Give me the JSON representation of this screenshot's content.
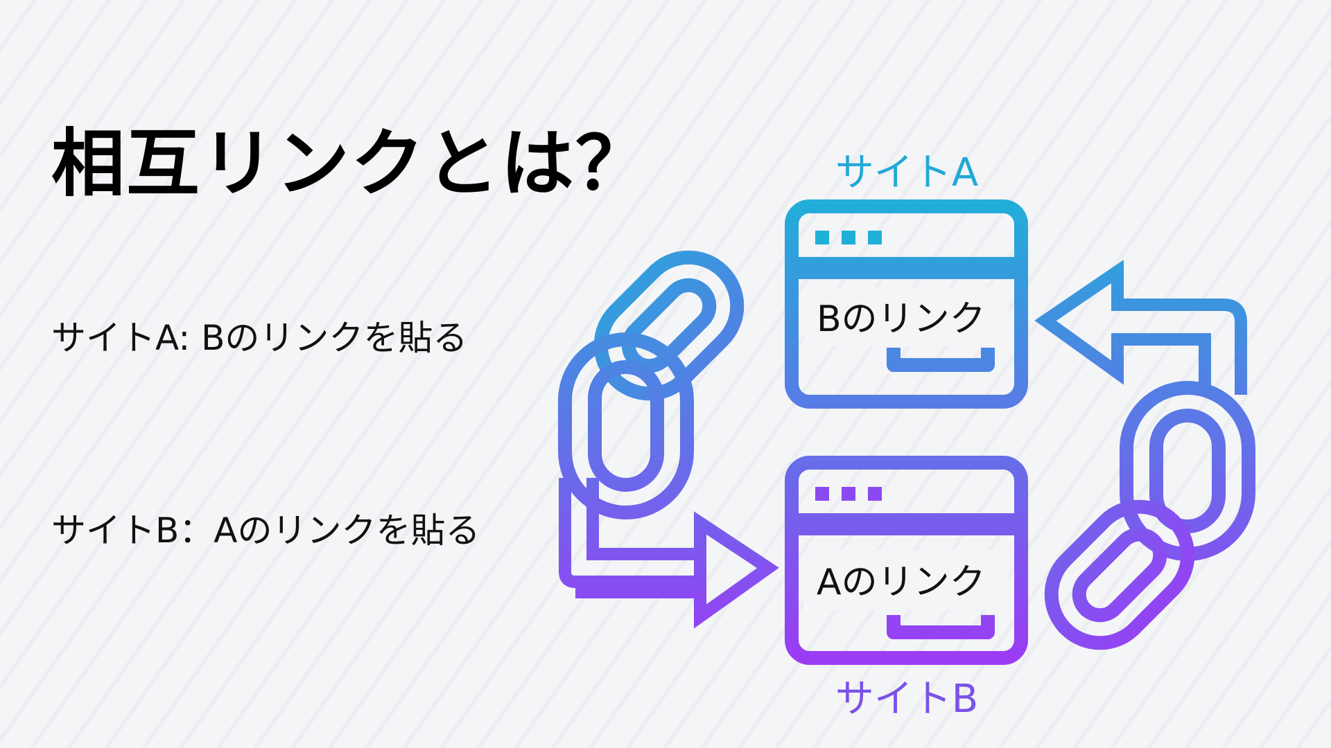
{
  "title": "相互リンクとは？",
  "lines": {
    "a": "サイトA: Bのリンクを貼る",
    "b": "サイトB：Aのリンクを貼る"
  },
  "diagram": {
    "site_a_label": "サイトA",
    "site_b_label": "サイトB",
    "box_a_text": "Bのリンク",
    "box_b_text": "Aのリンク",
    "icons": [
      "browser-window-icon",
      "browser-window-icon",
      "chain-link-icon",
      "chain-link-icon",
      "arrow-right-icon",
      "arrow-left-icon"
    ]
  },
  "colors": {
    "gradient_top": "#1fb0d8",
    "gradient_bottom": "#9b3cf5",
    "label_a": "#22a8d6",
    "label_b": "#7a52e8"
  }
}
